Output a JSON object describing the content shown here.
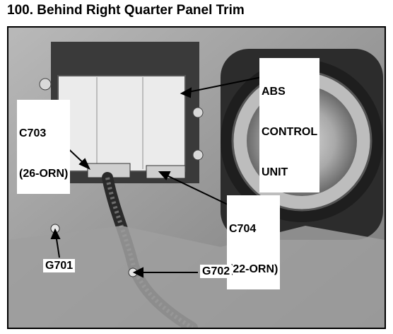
{
  "title": "100. Behind Right Quarter Panel Trim",
  "callouts": {
    "abs": [
      "ABS",
      "CONTROL",
      "UNIT"
    ],
    "c703": [
      "C703",
      "(26-ORN)"
    ],
    "c704": [
      "C704",
      "(22-ORN)"
    ],
    "g701": "G701",
    "g702": "G702"
  }
}
